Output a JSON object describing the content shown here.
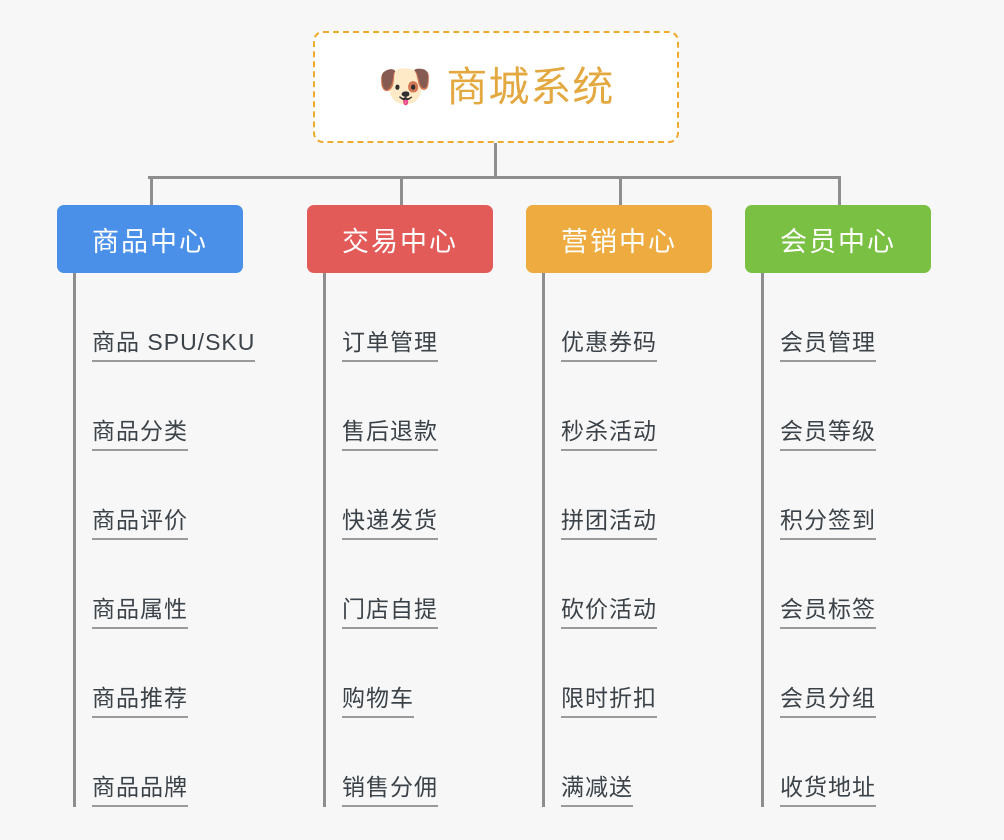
{
  "diagram": {
    "title": "商城系统",
    "root": {
      "icon": "shiba-dog-face-icon",
      "icon_glyph": "🐶",
      "label": "商城系统",
      "border_color": "#eeaa2e",
      "text_color": "#e3a83f",
      "background": "#ffffff"
    },
    "background_color": "#f7f7f7",
    "connector_color": "#8e8e8e",
    "leaf_text_color": "#3b4248",
    "leaf_underline_color": "#9a9a9a",
    "columns": [
      {
        "label": "商品中心",
        "color": "#4a90e8",
        "items": [
          "商品 SPU/SKU",
          "商品分类",
          "商品评价",
          "商品属性",
          "商品推荐",
          "商品品牌"
        ]
      },
      {
        "label": "交易中心",
        "color": "#e35b59",
        "items": [
          "订单管理",
          "售后退款",
          "快递发货",
          "门店自提",
          "购物车",
          "销售分佣"
        ]
      },
      {
        "label": "营销中心",
        "color": "#eeab3f",
        "items": [
          "优惠券码",
          "秒杀活动",
          "拼团活动",
          "砍价活动",
          "限时折扣",
          "满减送"
        ]
      },
      {
        "label": "会员中心",
        "color": "#7ac143",
        "items": [
          "会员管理",
          "会员等级",
          "积分签到",
          "会员标签",
          "会员分组",
          "收货地址"
        ]
      }
    ]
  }
}
